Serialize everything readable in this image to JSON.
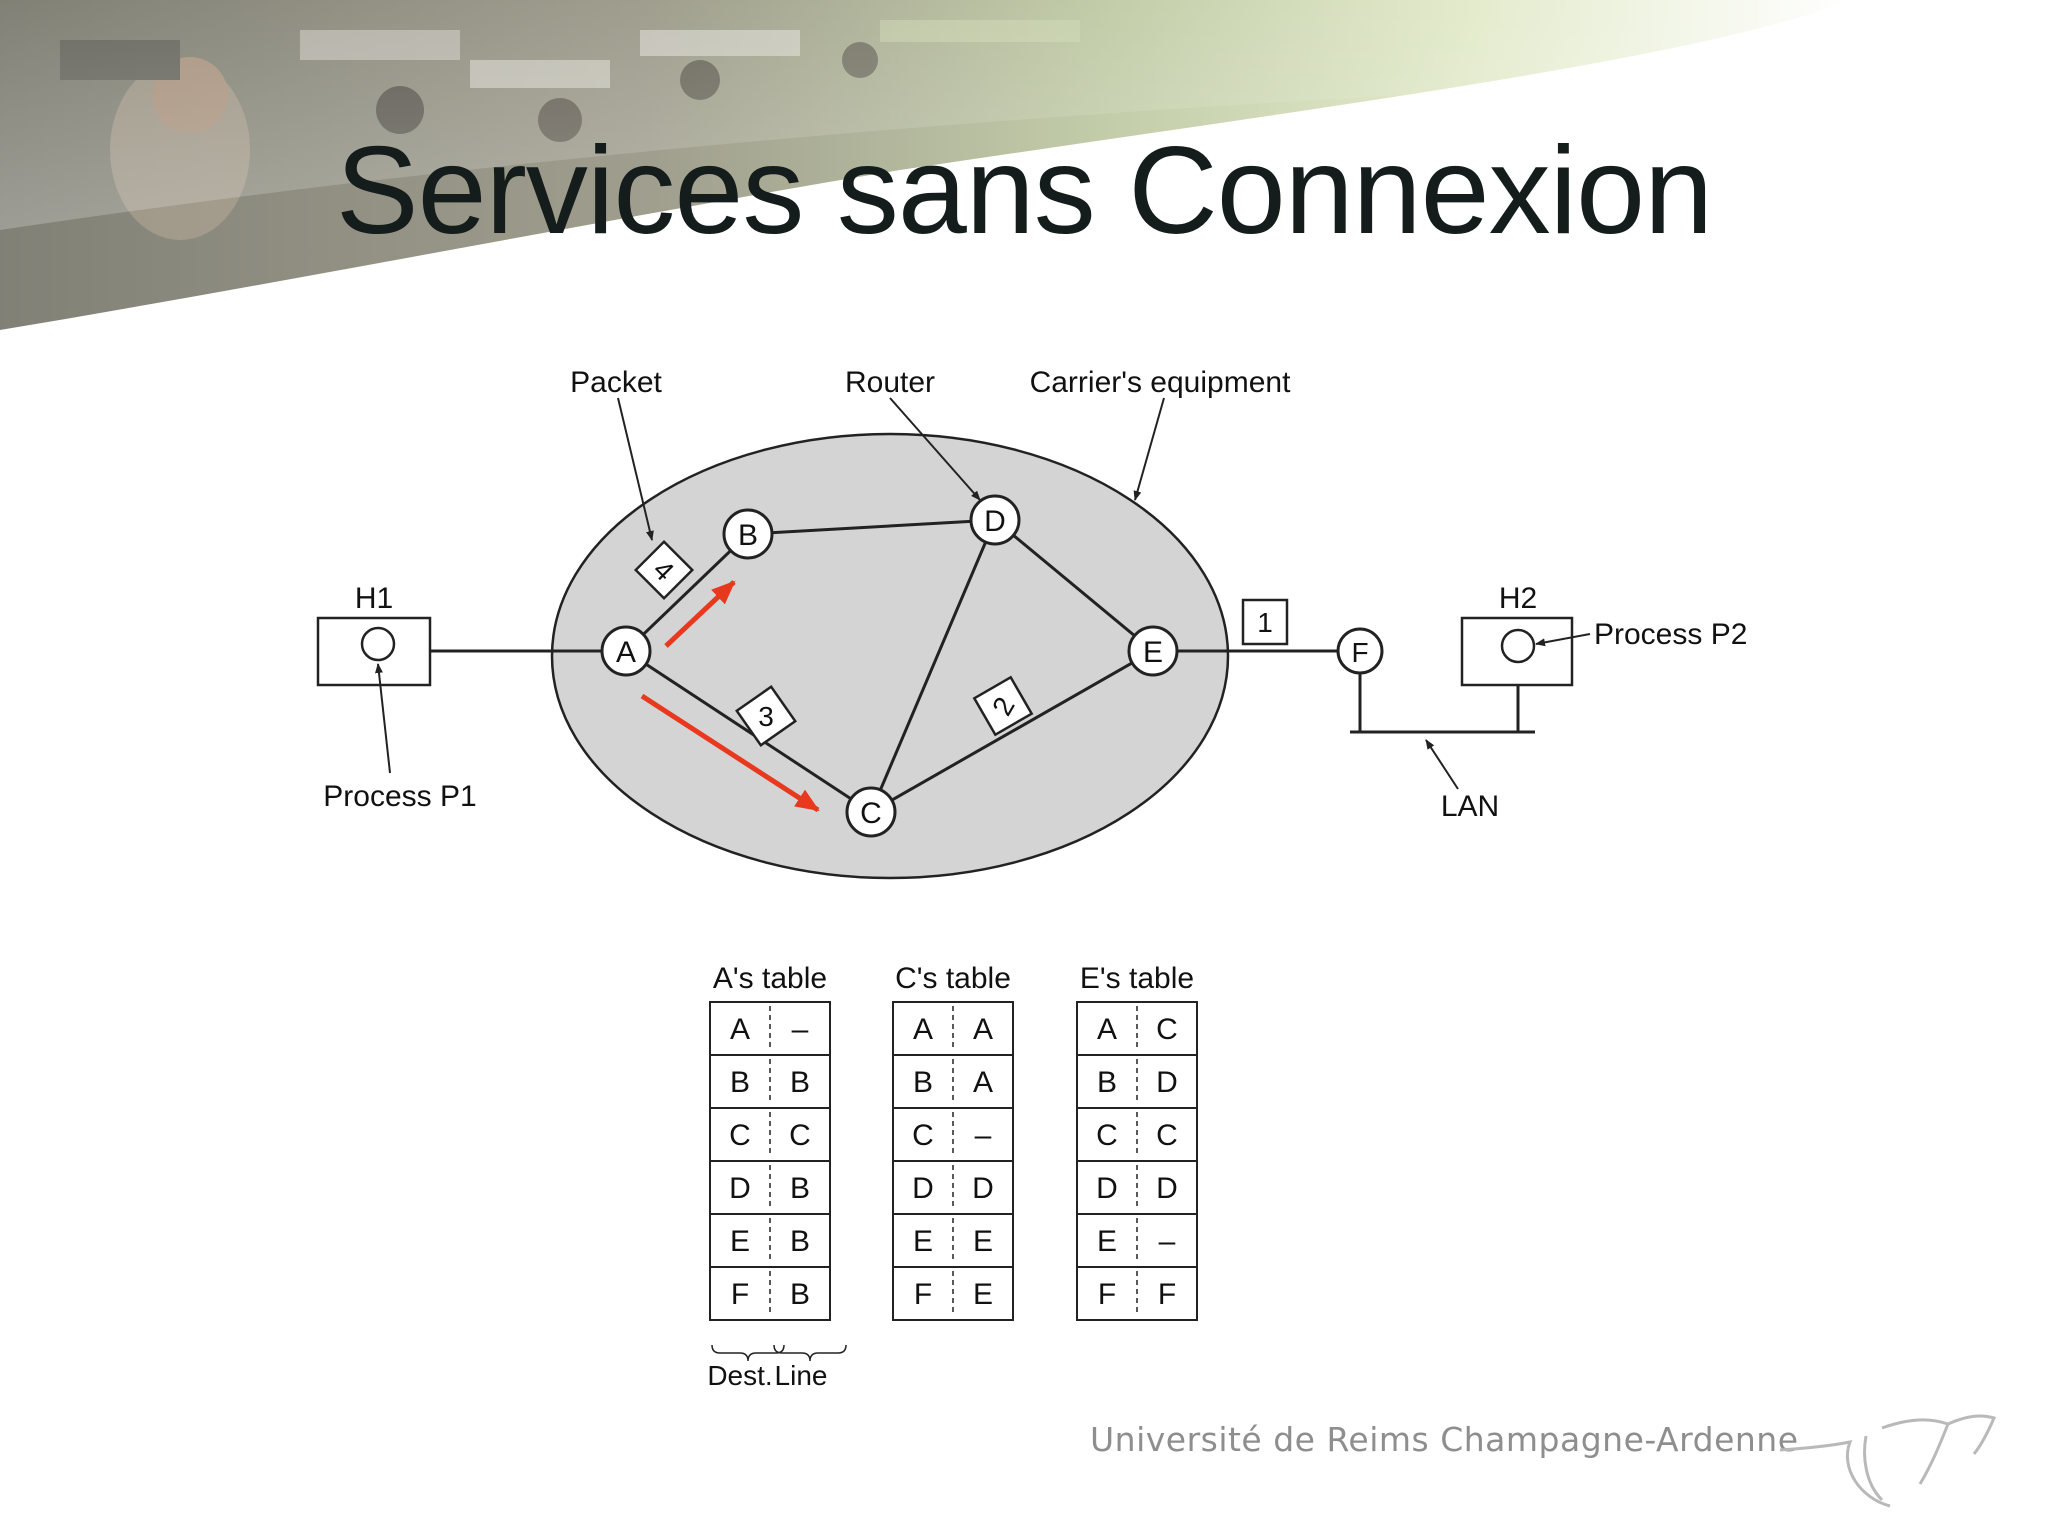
{
  "slide": {
    "title": "Services sans Connexion",
    "footer": "Université de Reims Champagne-Ardenne"
  },
  "diagram": {
    "callouts": {
      "packet": "Packet",
      "router": "Router",
      "carrier": "Carrier's equipment",
      "process_p1": "Process P1",
      "process_p2": "Process P2",
      "lan": "LAN"
    },
    "hosts": {
      "h1": "H1",
      "h2": "H2"
    },
    "routers": [
      "A",
      "B",
      "C",
      "D",
      "E",
      "F"
    ],
    "packets": [
      "4",
      "3",
      "2",
      "1"
    ],
    "arrow_color": "#e8381e"
  },
  "tables": [
    {
      "title": "A's table",
      "rows": [
        [
          "A",
          "–"
        ],
        [
          "B",
          "B"
        ],
        [
          "C",
          "C"
        ],
        [
          "D",
          "B"
        ],
        [
          "E",
          "B"
        ],
        [
          "F",
          "B"
        ]
      ],
      "footer": {
        "dest": "Dest.",
        "line": "Line"
      }
    },
    {
      "title": "C's table",
      "rows": [
        [
          "A",
          "A"
        ],
        [
          "B",
          "A"
        ],
        [
          "C",
          "–"
        ],
        [
          "D",
          "D"
        ],
        [
          "E",
          "E"
        ],
        [
          "F",
          "E"
        ]
      ]
    },
    {
      "title": "E's table",
      "rows": [
        [
          "A",
          "C"
        ],
        [
          "B",
          "D"
        ],
        [
          "C",
          "C"
        ],
        [
          "D",
          "D"
        ],
        [
          "E",
          "–"
        ],
        [
          "F",
          "F"
        ]
      ]
    }
  ]
}
